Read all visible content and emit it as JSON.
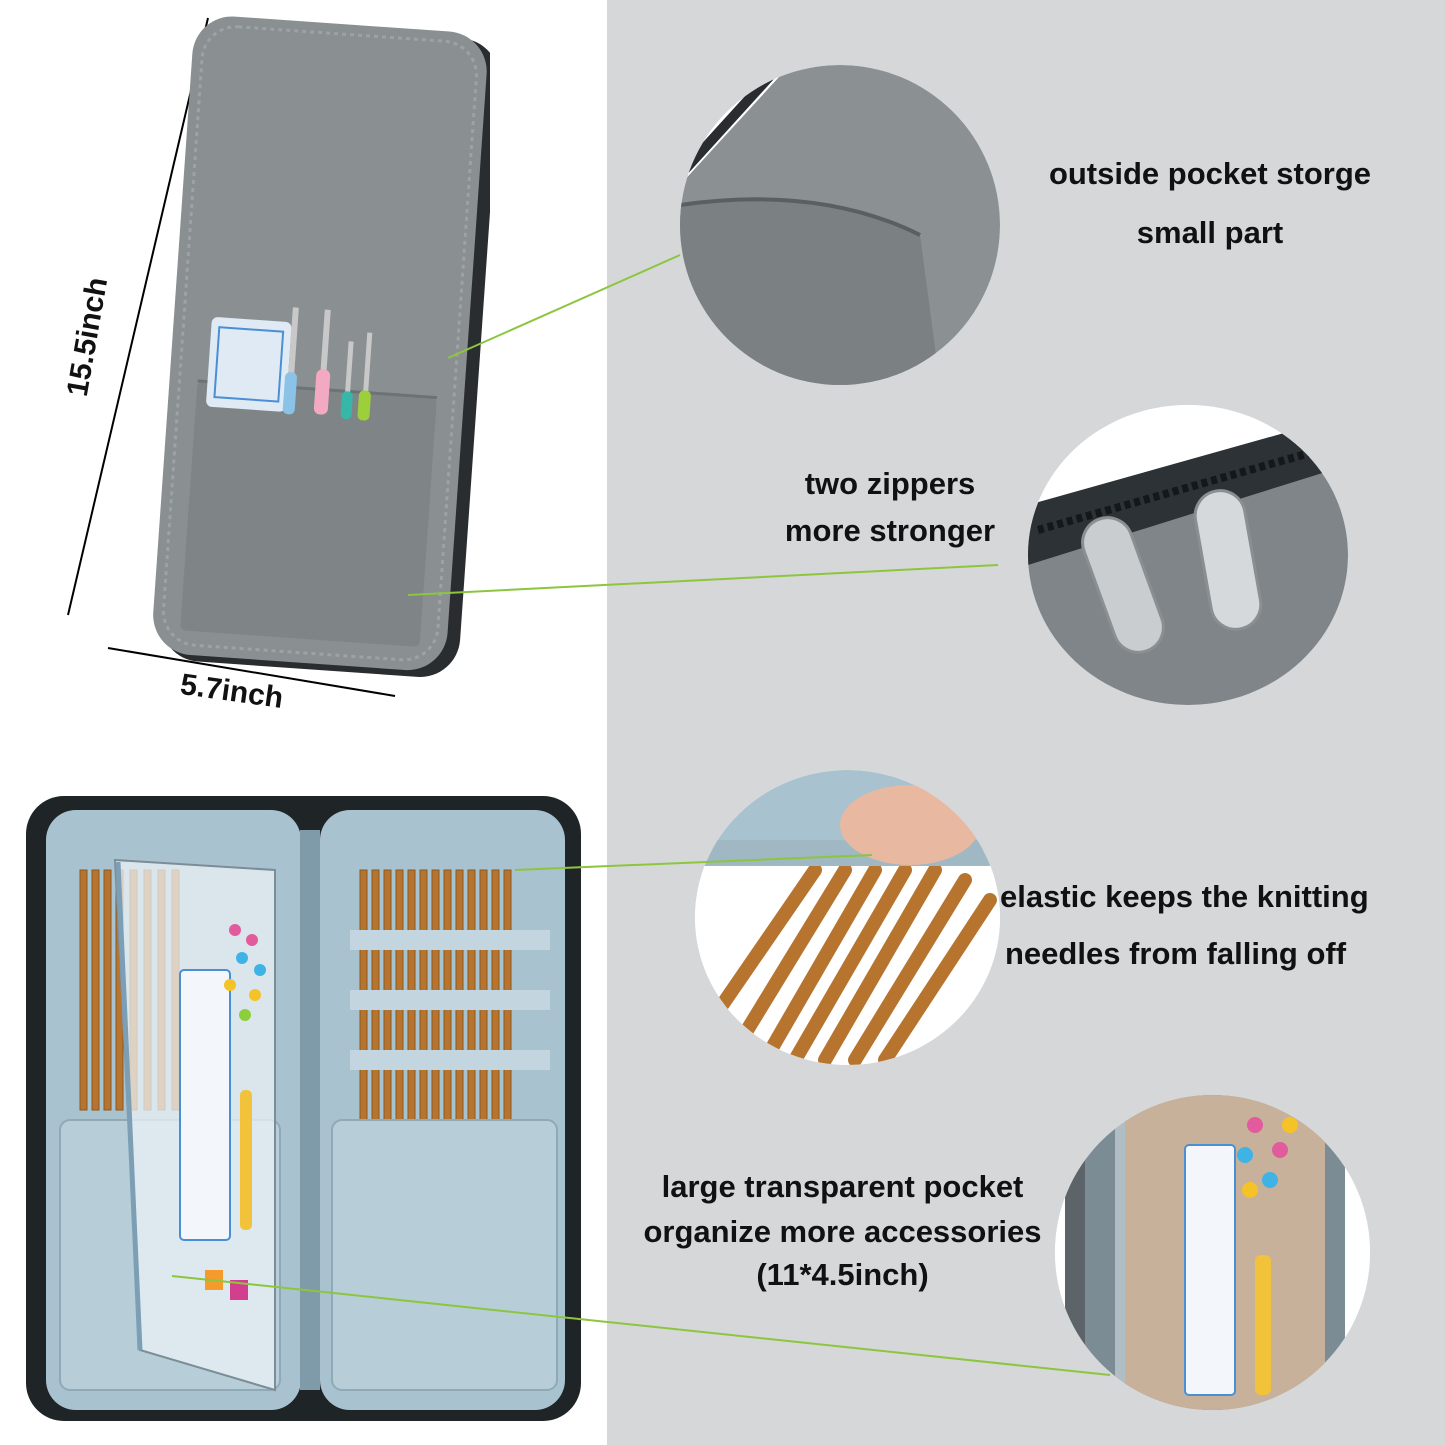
{
  "dimensions": {
    "height_label": "15.5inch",
    "width_label": "5.7inch"
  },
  "features": [
    {
      "line1": "outside pocket storge",
      "line2": "small part"
    },
    {
      "line1": "two zippers",
      "line2": "more stronger"
    },
    {
      "line1": "elastic keeps the knitting",
      "line2": "needles from falling off"
    },
    {
      "line1": "large transparent pocket",
      "line2": "organize more accessories",
      "line3": "(11*4.5inch)"
    }
  ],
  "colors": {
    "bag_gray": "#8a8f92",
    "lining_blue": "#a9c2cf",
    "callout_line": "#8cc63f",
    "panel_bg": "#d6d7d9",
    "bamboo": "#b7742f"
  }
}
